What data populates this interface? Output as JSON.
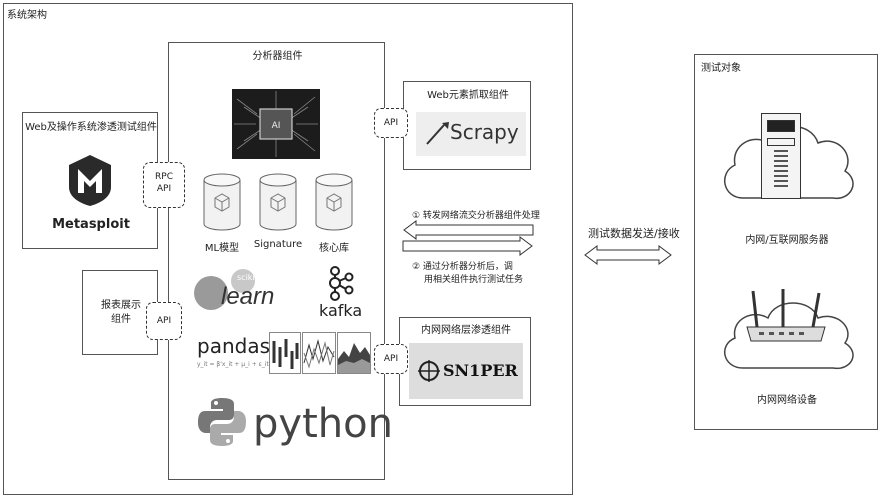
{
  "system": {
    "title": "系统架构"
  },
  "analyzer": {
    "title": "分析器组件",
    "chip_text": "AI",
    "stores": [
      "ML模型",
      "Signature",
      "核心库"
    ],
    "libs": {
      "sklearn_top": "scikit",
      "sklearn": "learn",
      "kafka": "kafka",
      "pandas": "pandas",
      "pandas_formula": "y_it = β'x_it + μ_i + ε_it",
      "python": "python"
    }
  },
  "web_pentest": {
    "title": "Web及操作系统渗透测试组件",
    "tool": "Metasploit"
  },
  "report": {
    "title": "报表展示组件"
  },
  "web_crawl": {
    "title": "Web元素抓取组件",
    "tool": "Scrapy"
  },
  "intranet": {
    "title": "内网网络层渗透组件",
    "tool": "SN1PER"
  },
  "api": {
    "rpc_top": "RPC",
    "label": "API"
  },
  "flows": {
    "forward": "① 转发网络流交分析器组件处理",
    "back_line1": "② 通过分析器分析后，调",
    "back_line2": "用相关组件执行测试任务",
    "send_recv": "测试数据发送/接收"
  },
  "targets": {
    "title": "测试对象",
    "server": "内网/互联网服务器",
    "device": "内网网络设备"
  }
}
